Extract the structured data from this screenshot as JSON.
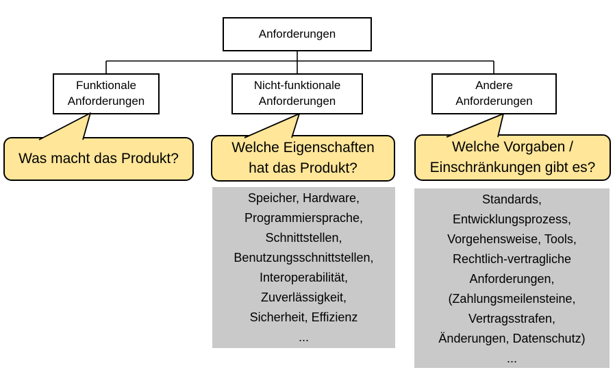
{
  "tree": {
    "root": {
      "label": "Anforderungen"
    },
    "branches": [
      {
        "label": "Funktionale\nAnforderungen",
        "question": "Was macht das Produkt?",
        "examples": []
      },
      {
        "label": "Nicht-funktionale\nAnforderungen",
        "question": "Welche Eigenschaften\nhat das Produkt?",
        "examples": [
          "Speicher, Hardware,",
          "Programmiersprache,",
          "Schnittstellen,",
          "Benutzungsschnittstellen,",
          "Interoperabilität,",
          "Zuverlässigkeit,",
          "Sicherheit, Effizienz",
          "..."
        ]
      },
      {
        "label": "Andere\nAnforderungen",
        "question": "Welche Vorgaben /\nEinschränkungen gibt es?",
        "examples": [
          "Standards,",
          "Entwicklungsprozess,",
          "Vorgehensweise, Tools,",
          "Rechtlich-vertragliche",
          "Anforderungen,",
          "(Zahlungsmeilensteine,",
          "Vertragsstrafen,",
          "Änderungen, Datenschutz)",
          "..."
        ]
      }
    ]
  },
  "colors": {
    "callout_fill": "#FFE699",
    "examples_fill": "#C9C9C9",
    "box_fill": "#FFFFFF",
    "line": "#000000"
  }
}
